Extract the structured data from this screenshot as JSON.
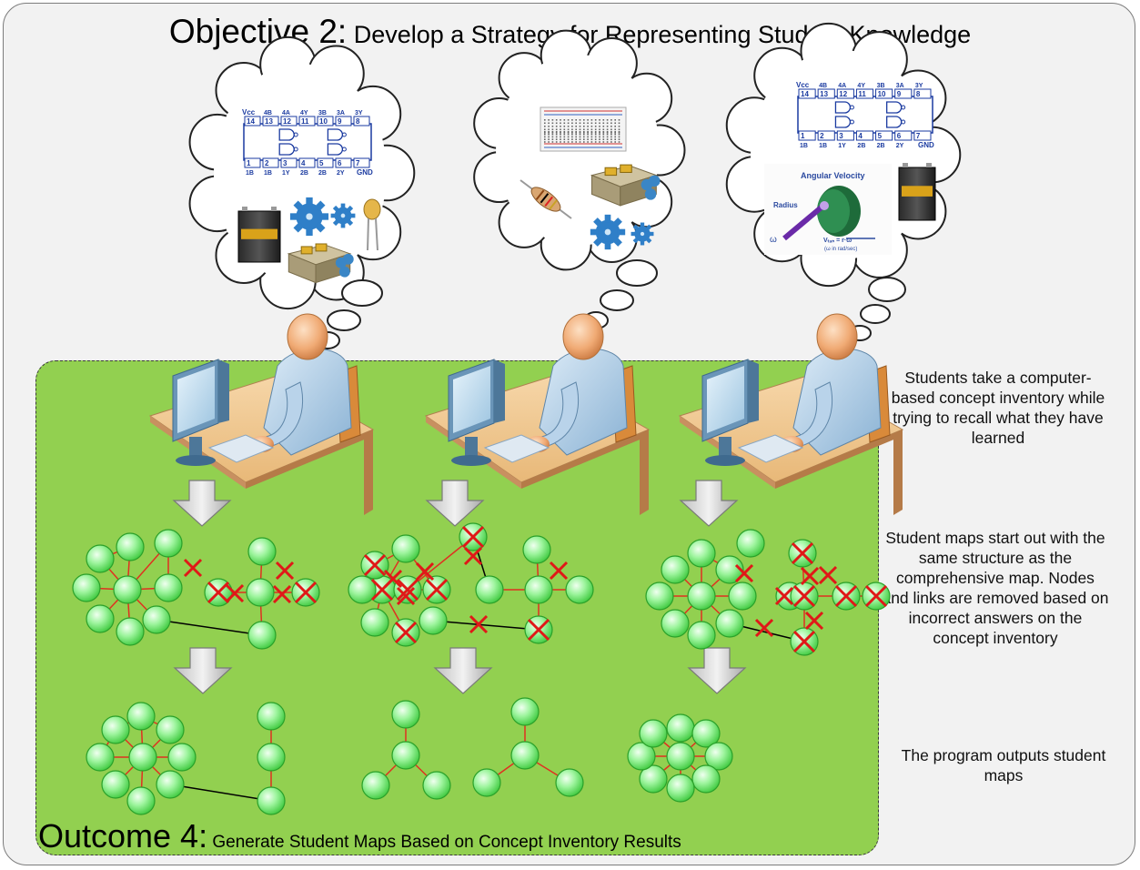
{
  "header": {
    "title_big": "Objective 2:",
    "title_small": " Develop a Strategy for Representing Student Knowledge"
  },
  "outcome": {
    "label_big": "Outcome 4:",
    "label_small": " Generate Student Maps Based on Concept Inventory Results"
  },
  "side_notes": {
    "step1": "Students take a computer-based concept inventory while trying to recall what they have learned",
    "step2": "Student maps start out with the same structure as the comprehensive map.  Nodes and links are removed based on incorrect answers on the concept inventory",
    "step3": "The program outputs student maps"
  },
  "chip_labels": {
    "vcc": "Vcc",
    "gnd": "GND",
    "top_pins": [
      "14",
      "13",
      "12",
      "11",
      "10",
      "9",
      "8"
    ],
    "bottom_pins": [
      "1",
      "2",
      "3",
      "4",
      "5",
      "6",
      "7"
    ],
    "top_names": [
      "4B",
      "4A",
      "4Y",
      "3B",
      "3A",
      "3Y"
    ],
    "bottom_names": [
      "1B",
      "1B",
      "1Y",
      "2B",
      "2B",
      "2Y"
    ]
  },
  "angular_velocity": {
    "title": "Angular Velocity",
    "radius": "Radius",
    "omega": "ω",
    "formula": "Vₜₐₙ = r·ω",
    "units": "(ω in rad/sec)"
  },
  "colors": {
    "background": "#f2f2f2",
    "panel": "#92d050",
    "node": "#7ee87e",
    "link": "#e03020",
    "cross": "#e01818"
  }
}
